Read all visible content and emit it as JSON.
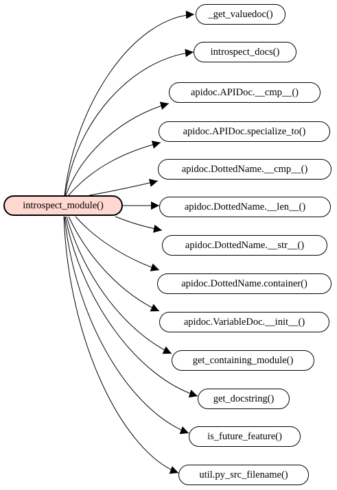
{
  "graph": {
    "root": {
      "label": "introspect_module()",
      "fill_color": "#ffd8d1",
      "border_color": "#000000"
    },
    "callees": [
      {
        "label": "_get_valuedoc()"
      },
      {
        "label": "introspect_docs()"
      },
      {
        "label": "apidoc.APIDoc.__cmp__()"
      },
      {
        "label": "apidoc.APIDoc.specialize_to()"
      },
      {
        "label": "apidoc.DottedName.__cmp__()"
      },
      {
        "label": "apidoc.DottedName.__len__()"
      },
      {
        "label": "apidoc.DottedName.__str__()"
      },
      {
        "label": "apidoc.DottedName.container()"
      },
      {
        "label": "apidoc.VariableDoc.__init__()"
      },
      {
        "label": "get_containing_module()"
      },
      {
        "label": "get_docstring()"
      },
      {
        "label": "is_future_feature()"
      },
      {
        "label": "util.py_src_filename()"
      }
    ],
    "edge_color": "#000000"
  }
}
